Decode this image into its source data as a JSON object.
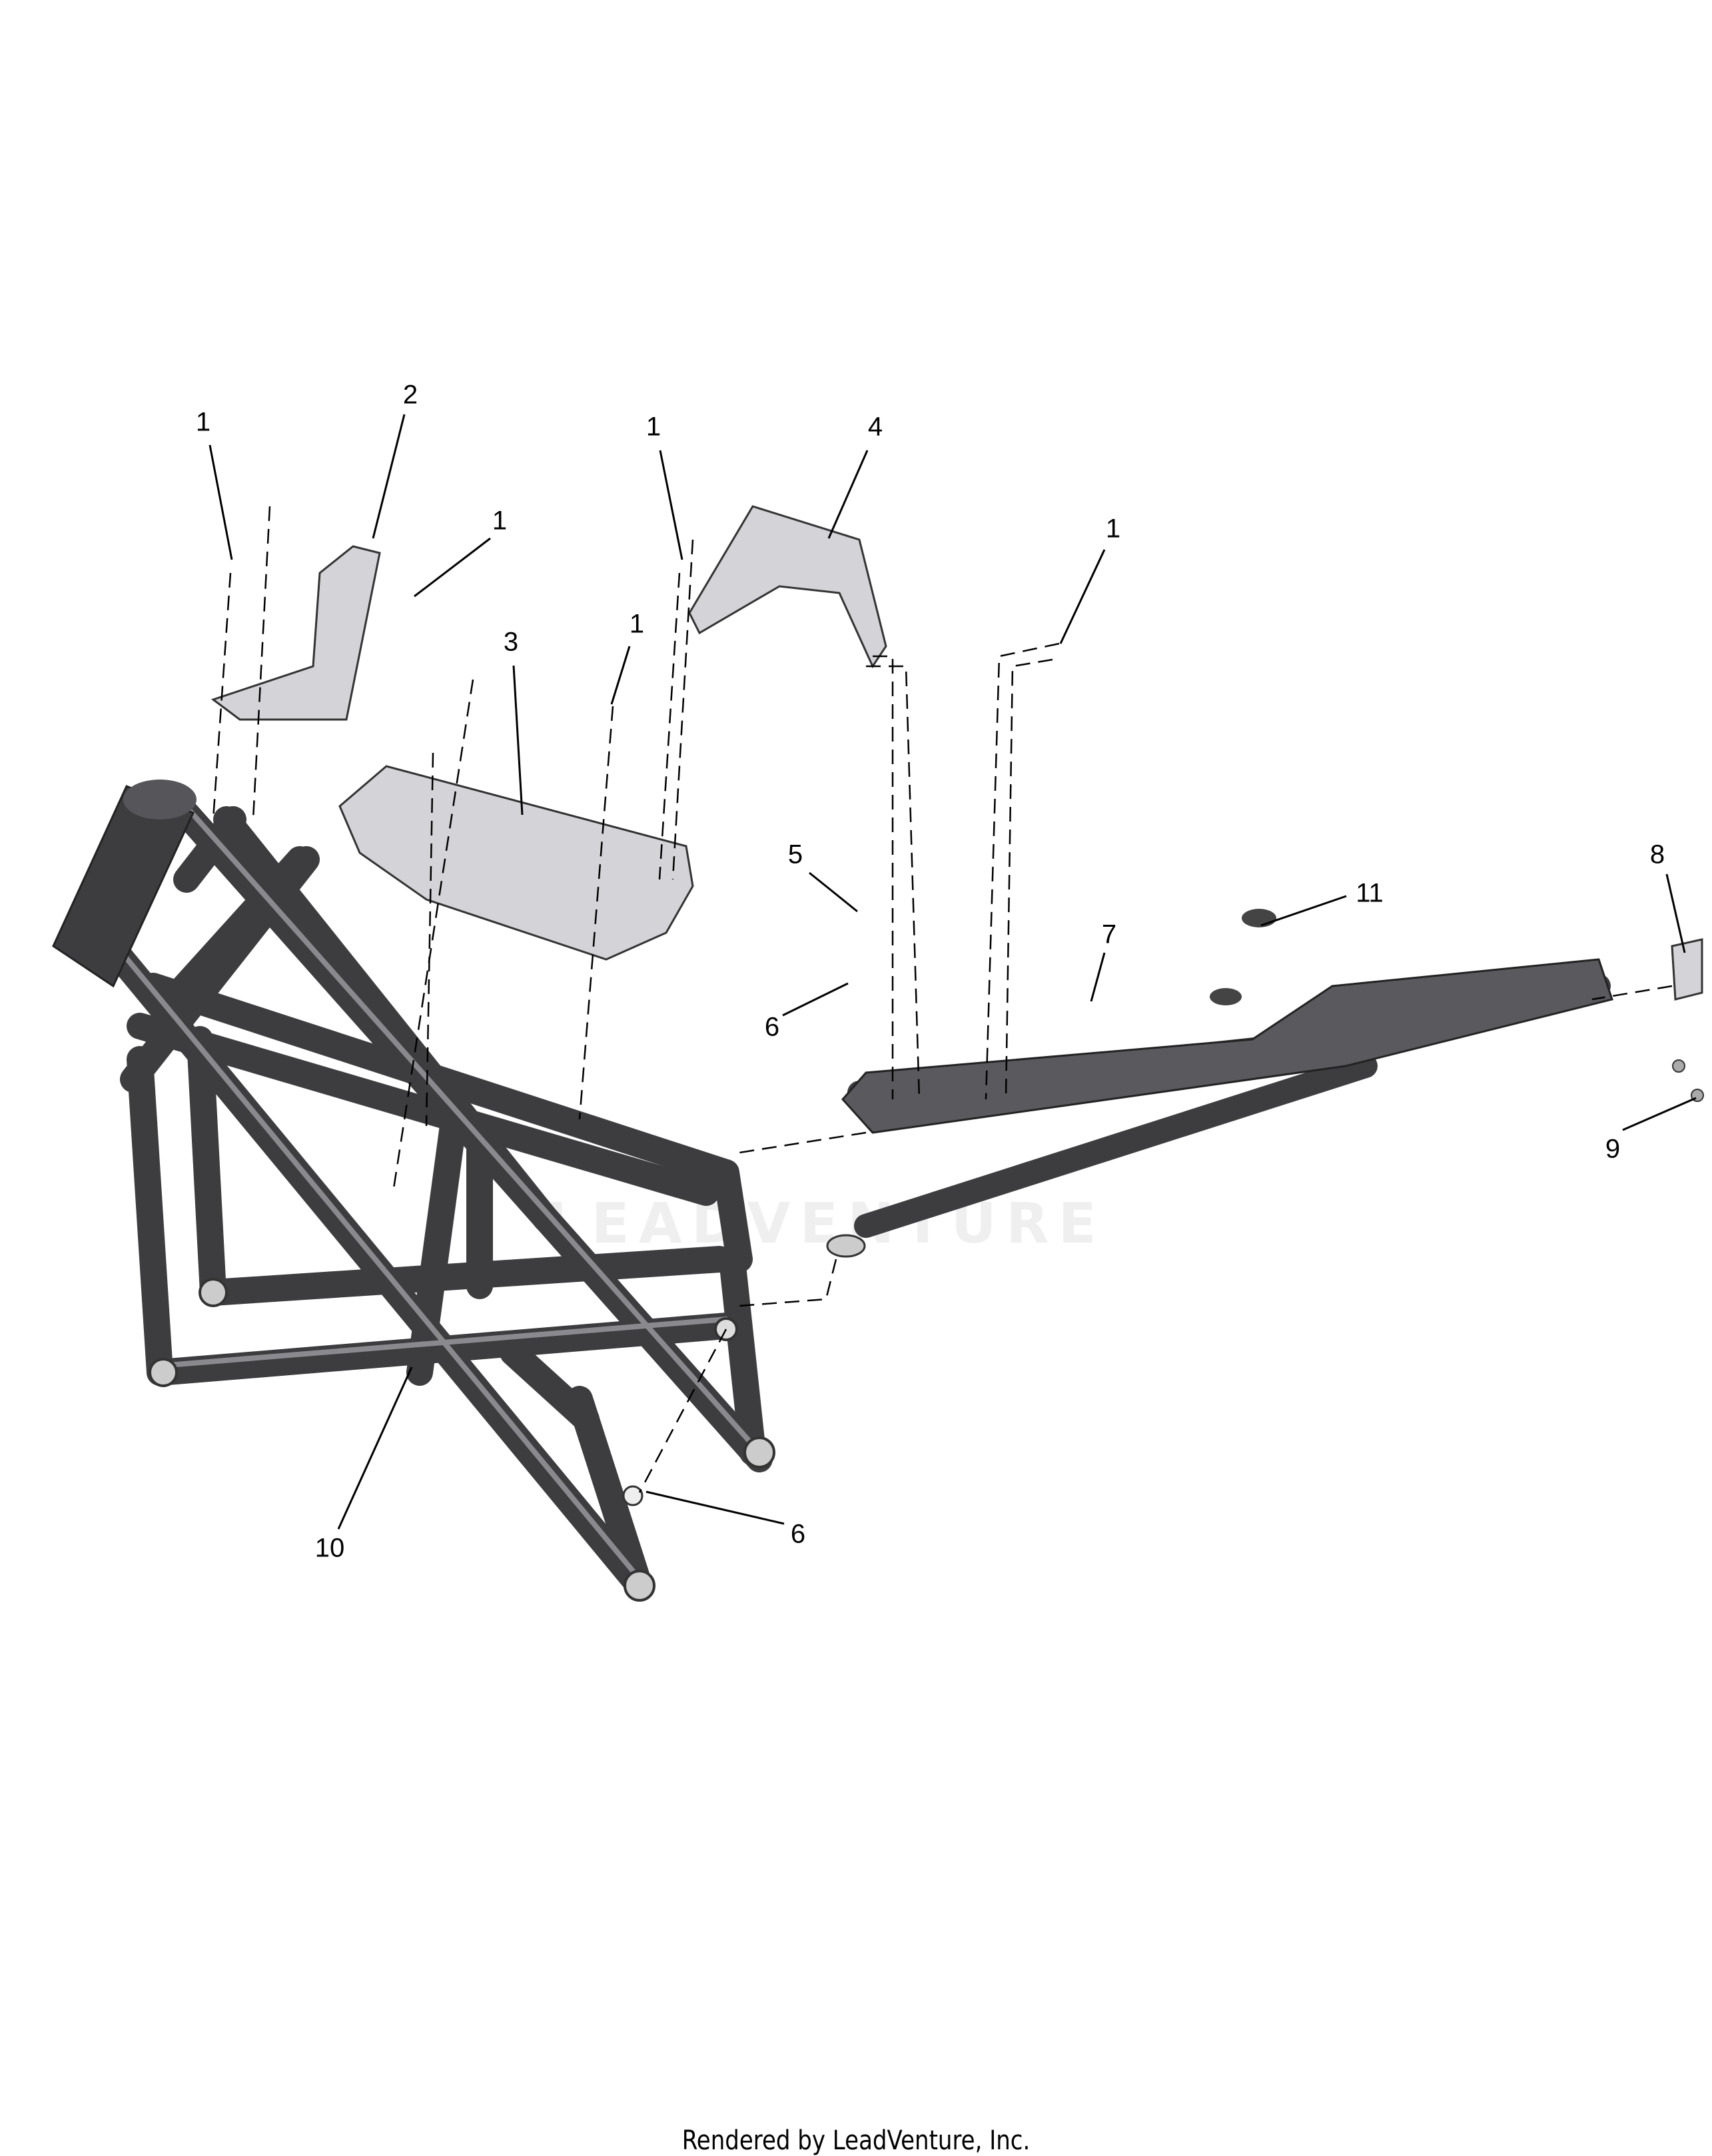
{
  "diagram": {
    "callouts": {
      "c1a": "1",
      "c2": "2",
      "c1b": "1",
      "c3": "3",
      "c1c": "1",
      "c1d": "1",
      "c4": "4",
      "c1e": "1",
      "c5": "5",
      "c6a": "6",
      "c7": "7",
      "c11": "11",
      "c8": "8",
      "c9": "9",
      "c10": "10",
      "c6b": "6"
    },
    "watermark": "LEADVENTURE",
    "colors": {
      "frame": "#3d3d40",
      "bracket": "#d4d4d8",
      "line": "#000000"
    }
  },
  "footer": {
    "text": "Rendered by LeadVenture, Inc."
  }
}
